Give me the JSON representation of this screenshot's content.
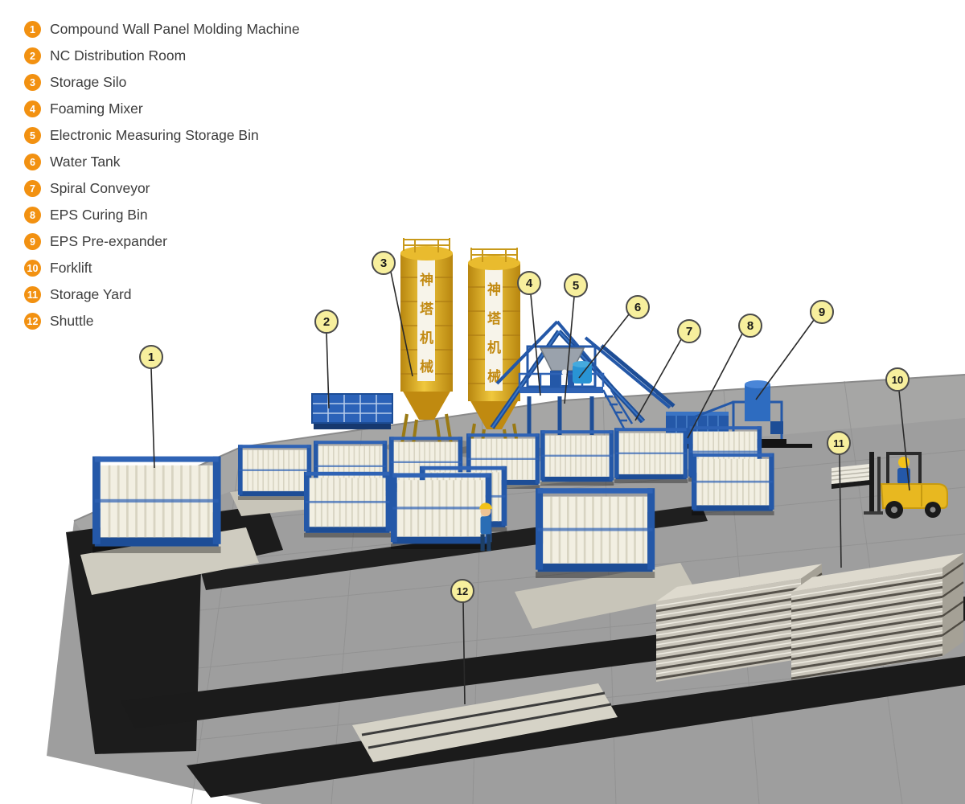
{
  "legend": {
    "items": [
      {
        "number": "1",
        "label": "Compound Wall Panel Molding Machine"
      },
      {
        "number": "2",
        "label": "NC Distribution Room"
      },
      {
        "number": "3",
        "label": "Storage Silo"
      },
      {
        "number": "4",
        "label": "Foaming Mixer"
      },
      {
        "number": "5",
        "label": "Electronic Measuring Storage Bin"
      },
      {
        "number": "6",
        "label": "Water Tank"
      },
      {
        "number": "7",
        "label": "Spiral Conveyor"
      },
      {
        "number": "8",
        "label": "EPS Curing Bin"
      },
      {
        "number": "9",
        "label": "EPS Pre-expander"
      },
      {
        "number": "10",
        "label": "Forklift"
      },
      {
        "number": "11",
        "label": "Storage Yard"
      },
      {
        "number": "12",
        "label": "Shuttle"
      }
    ]
  },
  "scene": {
    "silo_text_chars": [
      "神",
      "塔",
      "机",
      "械"
    ],
    "colors": {
      "legend_badge": "#f29111",
      "callout_fill": "#f7ef9d",
      "callout_border": "#4a4a4a",
      "steel_blue": "#2458a8",
      "silo_gold": "#d9a51f",
      "panel_white": "#f2efe2",
      "forklift_yellow": "#e8b820",
      "floor_gray": "#9e9e9e"
    }
  }
}
